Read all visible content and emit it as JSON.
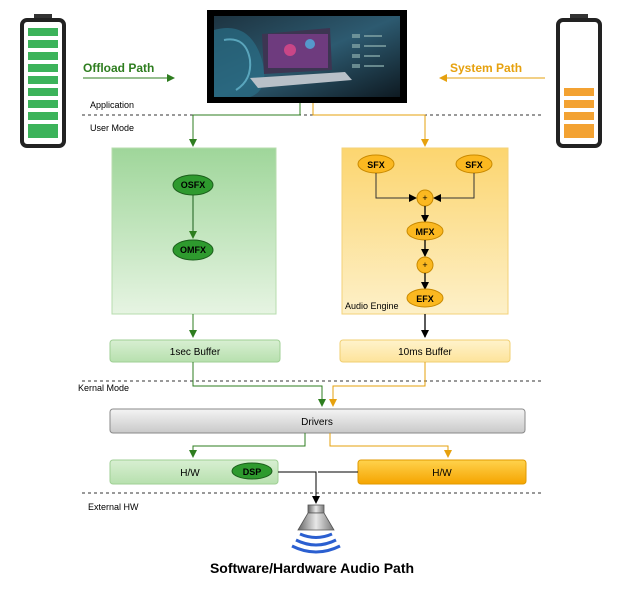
{
  "labels": {
    "offload_path": "Offload Path",
    "system_path": "System Path",
    "application": "Application",
    "user_mode": "User Mode",
    "kernel_mode": "Kernal Mode",
    "external_hw": "External HW",
    "audio_engine": "Audio Engine"
  },
  "offload": {
    "osfx": "OSFX",
    "omfx": "OMFX",
    "buffer": "1sec Buffer",
    "hw": "H/W",
    "dsp": "DSP"
  },
  "system": {
    "sfx_left": "SFX",
    "sfx_right": "SFX",
    "plus_1": "+",
    "mfx": "MFX",
    "plus_2": "+",
    "efx": "EFX",
    "buffer": "10ms Buffer",
    "hw": "H/W"
  },
  "drivers": "Drivers",
  "title": "Software/Hardware Audio Path",
  "colors": {
    "offload_green": "#2e7d1f",
    "system_orange": "#e6a10e",
    "battery_green": "#3cb35a",
    "battery_orange": "#f3a232"
  }
}
